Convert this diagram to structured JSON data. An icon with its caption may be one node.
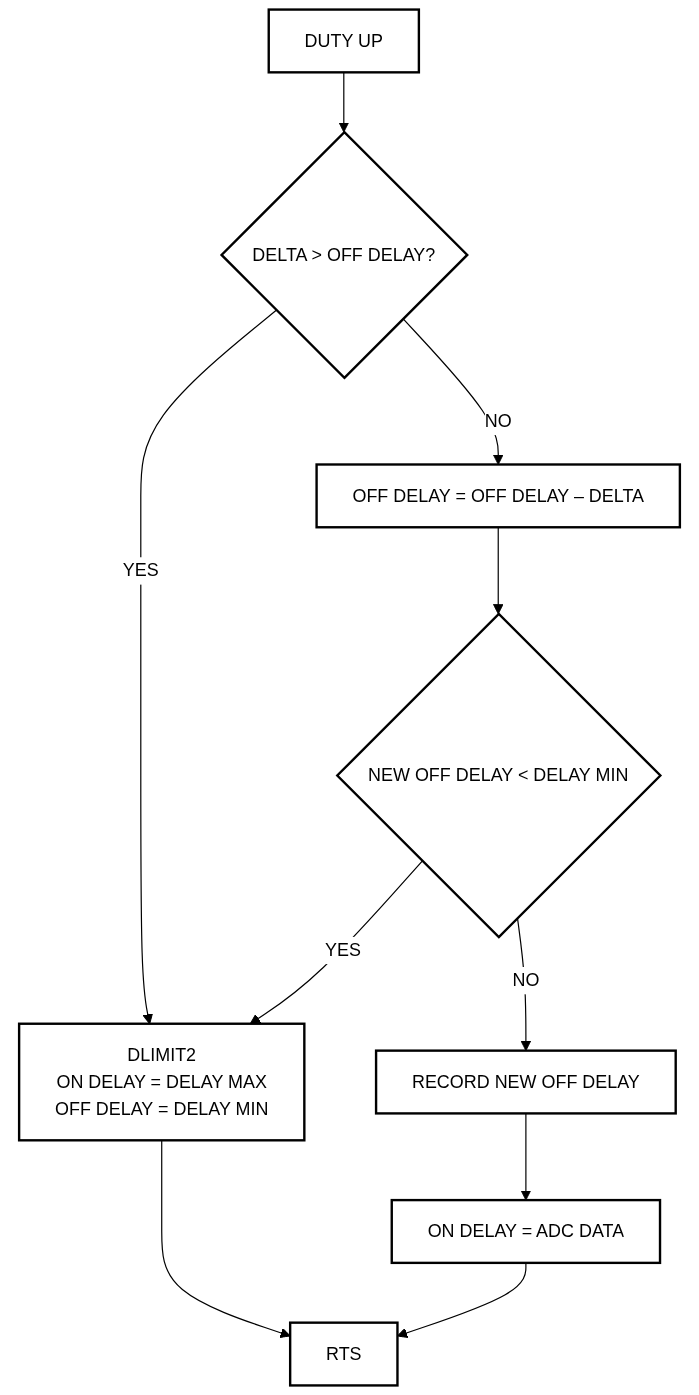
{
  "diagram": {
    "nodes": [
      {
        "text": [
          "DUTY UP"
        ]
      },
      {
        "text": [
          "DELTA > OFF DELAY?"
        ]
      },
      {
        "text": [
          "OFF DELAY = OFF DELAY – DELTA"
        ]
      },
      {
        "text": [
          "DLIMIT2",
          "ON DELAY = DELAY MAX",
          "OFF DELAY = DELAY MIN"
        ]
      },
      {
        "text": [
          "NEW OFF DELAY < DELAY MIN"
        ]
      },
      {
        "text": [
          "RECORD NEW OFF DELAY"
        ]
      },
      {
        "text": [
          "ON DELAY = ADC DATA"
        ]
      },
      {
        "text": [
          "RTS"
        ]
      }
    ],
    "edges": [
      {
        "from": 0,
        "to": 1,
        "arrow": "to"
      },
      {
        "from": 1,
        "to": 3,
        "arrow": "to",
        "label": "YES"
      },
      {
        "from": 1,
        "to": 2,
        "arrow": "to",
        "label": "NO"
      },
      {
        "from": 2,
        "to": 4,
        "arrow": "to"
      },
      {
        "from": 4,
        "to": 3,
        "arrow": "to",
        "label": "YES"
      },
      {
        "from": 4,
        "to": 5,
        "arrow": "to",
        "label": "NO"
      },
      {
        "from": 5,
        "to": 6,
        "arrow": "to"
      },
      {
        "from": 6,
        "to": 7,
        "arrow": "to"
      },
      {
        "from": 3,
        "to": 7,
        "arrow": "to"
      }
    ]
  }
}
